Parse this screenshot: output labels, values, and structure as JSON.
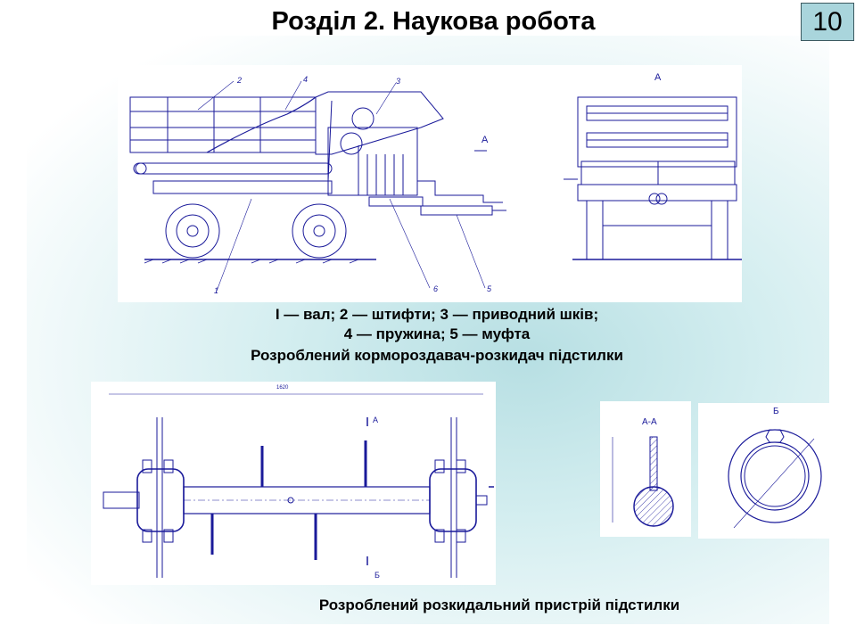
{
  "header": {
    "title": "Розділ 2. Наукова робота",
    "page_number": "10"
  },
  "figure_top": {
    "view_a_label": "А",
    "arrow_label": "А",
    "callouts": [
      "1",
      "2",
      "3",
      "4",
      "5",
      "6"
    ]
  },
  "caption_top": {
    "line1": "І — вал; 2 —  штифти;  3 — приводний шків;",
    "line2": "4 — пружина; 5 — муфта",
    "line3": "Розроблений кормороздавач-розкидач підстилки"
  },
  "figure_bottom": {
    "section_label_a": "А",
    "section_label_b": "Б",
    "dimension_label": "1620"
  },
  "section_aa": {
    "label": "А-А"
  },
  "view_b": {
    "label": "Б"
  },
  "caption_bottom": "Розроблений розкидальний пристрій підстилки"
}
